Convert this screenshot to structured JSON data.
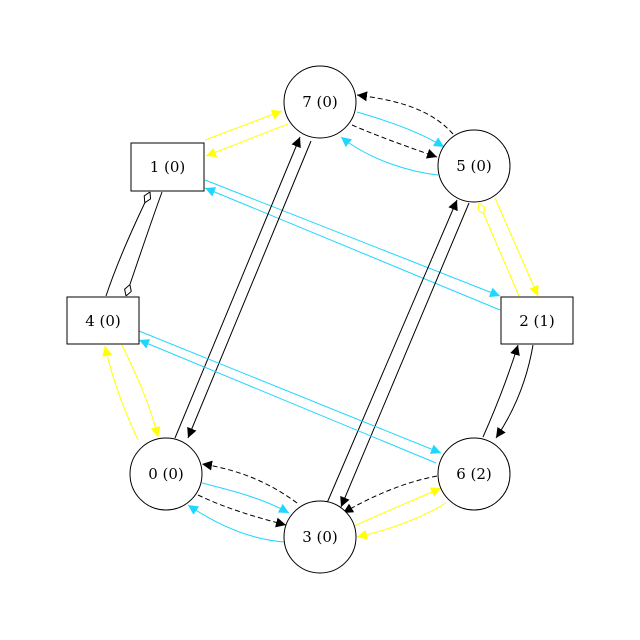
{
  "graph": {
    "colors": {
      "background": "#ffffff",
      "node_stroke": "#000000",
      "black": "#000000",
      "cyan": "#1fd6ff",
      "yellow": "#ffff00"
    },
    "nodes": [
      {
        "id": "n7",
        "label": "7 (0)",
        "shape": "circle"
      },
      {
        "id": "n5",
        "label": "5 (0)",
        "shape": "circle"
      },
      {
        "id": "n1",
        "label": "1 (0)",
        "shape": "box"
      },
      {
        "id": "n2",
        "label": "2 (1)",
        "shape": "box"
      },
      {
        "id": "n4",
        "label": "4 (0)",
        "shape": "box"
      },
      {
        "id": "n6",
        "label": "6 (2)",
        "shape": "circle"
      },
      {
        "id": "n0",
        "label": "0 (0)",
        "shape": "circle"
      },
      {
        "id": "n3",
        "label": "3 (0)",
        "shape": "circle"
      }
    ],
    "edges": [
      {
        "id": "e-1-7",
        "from": "1",
        "to": "7",
        "color": "yellow",
        "style": "solid",
        "arrow": "normal"
      },
      {
        "id": "e-7-1",
        "from": "7",
        "to": "1",
        "color": "yellow",
        "style": "solid",
        "arrow": "normal"
      },
      {
        "id": "e-7-5",
        "from": "7",
        "to": "5",
        "color": "cyan",
        "style": "solid",
        "arrow": "normal"
      },
      {
        "id": "e-7-5-dashed",
        "from": "7",
        "to": "5",
        "color": "black",
        "style": "dashed",
        "arrow": "normal"
      },
      {
        "id": "e-5-7-dashed",
        "from": "5",
        "to": "7",
        "color": "black",
        "style": "dashed",
        "arrow": "normal"
      },
      {
        "id": "e-5-7",
        "from": "5",
        "to": "7",
        "color": "cyan",
        "style": "solid",
        "arrow": "normal"
      },
      {
        "id": "e-1-2",
        "from": "1",
        "to": "2",
        "color": "cyan",
        "style": "solid",
        "arrow": "normal"
      },
      {
        "id": "e-2-1",
        "from": "2",
        "to": "1",
        "color": "cyan",
        "style": "solid",
        "arrow": "normal"
      },
      {
        "id": "e-5-2",
        "from": "5",
        "to": "2",
        "color": "yellow",
        "style": "solid",
        "arrow": "normal"
      },
      {
        "id": "e-2-5",
        "from": "2",
        "to": "5",
        "color": "yellow",
        "style": "solid",
        "arrow": "odiamond"
      },
      {
        "id": "e-1-4",
        "from": "1",
        "to": "4",
        "color": "black",
        "style": "solid",
        "arrow": "odiamond"
      },
      {
        "id": "e-4-1",
        "from": "4",
        "to": "1",
        "color": "black",
        "style": "solid",
        "arrow": "odiamond"
      },
      {
        "id": "e-0-7",
        "from": "0",
        "to": "7",
        "color": "black",
        "style": "solid",
        "arrow": "normal"
      },
      {
        "id": "e-7-0",
        "from": "7",
        "to": "0",
        "color": "black",
        "style": "solid",
        "arrow": "normal"
      },
      {
        "id": "e-3-5",
        "from": "3",
        "to": "5",
        "color": "black",
        "style": "solid",
        "arrow": "normal"
      },
      {
        "id": "e-5-3",
        "from": "5",
        "to": "3",
        "color": "black",
        "style": "solid",
        "arrow": "normal"
      },
      {
        "id": "e-4-6",
        "from": "4",
        "to": "6",
        "color": "cyan",
        "style": "solid",
        "arrow": "normal"
      },
      {
        "id": "e-6-4",
        "from": "6",
        "to": "4",
        "color": "cyan",
        "style": "solid",
        "arrow": "normal"
      },
      {
        "id": "e-6-2",
        "from": "6",
        "to": "2",
        "color": "black",
        "style": "solid",
        "arrow": "normal"
      },
      {
        "id": "e-2-6",
        "from": "2",
        "to": "6",
        "color": "black",
        "style": "solid",
        "arrow": "normal"
      },
      {
        "id": "e-4-0",
        "from": "4",
        "to": "0",
        "color": "yellow",
        "style": "solid",
        "arrow": "normal"
      },
      {
        "id": "e-0-4",
        "from": "0",
        "to": "4",
        "color": "yellow",
        "style": "solid",
        "arrow": "normal"
      },
      {
        "id": "e-0-3",
        "from": "0",
        "to": "3",
        "color": "cyan",
        "style": "solid",
        "arrow": "normal"
      },
      {
        "id": "e-0-3-dashed",
        "from": "0",
        "to": "3",
        "color": "black",
        "style": "dashed",
        "arrow": "normal"
      },
      {
        "id": "e-3-0-dashed",
        "from": "3",
        "to": "0",
        "color": "black",
        "style": "dashed",
        "arrow": "normal"
      },
      {
        "id": "e-3-0",
        "from": "3",
        "to": "0",
        "color": "cyan",
        "style": "solid",
        "arrow": "normal"
      },
      {
        "id": "e-6-3-dashed",
        "from": "6",
        "to": "3",
        "color": "black",
        "style": "dashed",
        "arrow": "normal"
      },
      {
        "id": "e-3-6",
        "from": "3",
        "to": "6",
        "color": "yellow",
        "style": "solid",
        "arrow": "normal"
      },
      {
        "id": "e-6-3",
        "from": "6",
        "to": "3",
        "color": "yellow",
        "style": "solid",
        "arrow": "normal"
      }
    ]
  }
}
